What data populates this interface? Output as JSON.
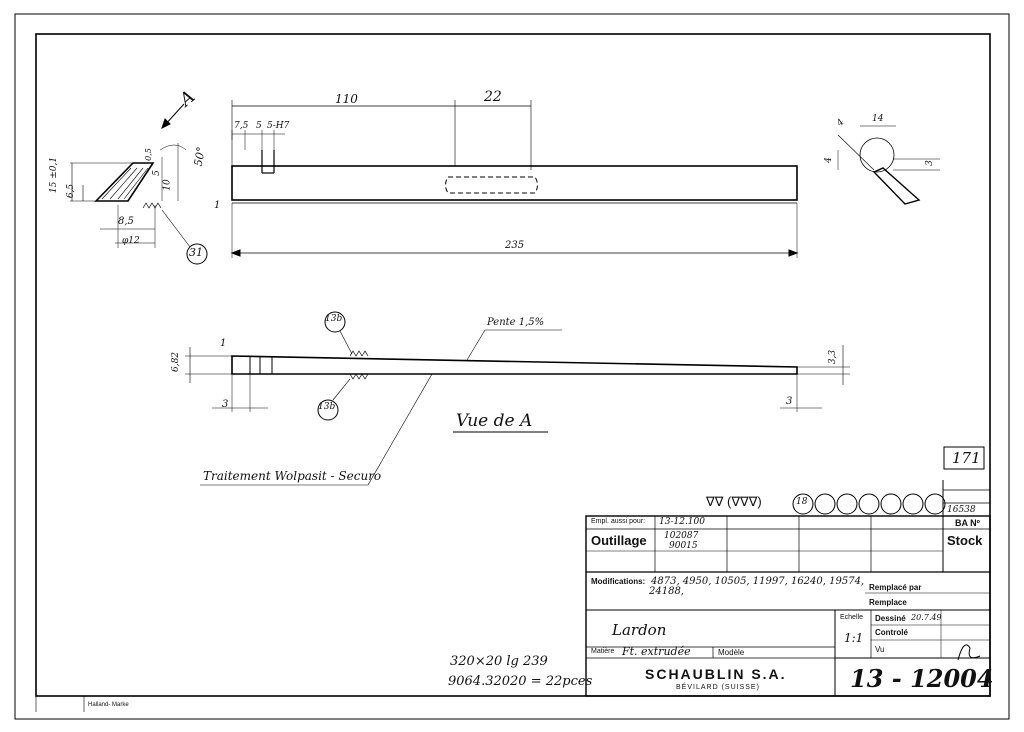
{
  "drawing": {
    "top_view": {
      "dims": {
        "d110": "110",
        "d22": "22",
        "d7_5": "7,5",
        "d5a": "5",
        "d5h": "5-H7",
        "d235": "235"
      },
      "section": {
        "view_arrow": "A",
        "d15": "15 ±0,1",
        "d6_5": "6,5",
        "d0_5": "0,5",
        "d5": "5",
        "d10": "10",
        "angle": "50°",
        "d8_5": "8,5",
        "d12": "φ12",
        "finish": "1",
        "balloon": "31"
      },
      "detail": {
        "d14": "14",
        "d4a": "4",
        "d4b": "4",
        "d3": "3"
      }
    },
    "side_view": {
      "pente": "Pente 1,5%",
      "balloon_top": "13b",
      "balloon_bottom": "13b",
      "d6_82": "6,82",
      "d3_3": "3,3",
      "d3_left": "3",
      "d3_right": "3",
      "finish": "1"
    },
    "vue_de_a": "Vue de A",
    "treatment": "Traitement Wolpasit - Securo",
    "stamp": "171",
    "finish_symbols": "∇∇ (∇∇∇)",
    "finish_balloon": "18",
    "handnote_line1": "320×20 lg 239",
    "handnote_line2": "9064.32020 = 22pces",
    "margin_text": "Halland- Marke"
  },
  "title_block": {
    "ref_no": "16538",
    "ba_label": "BA Nº",
    "stock_label": "Stock",
    "empl_label": "Empl. aussi pour:",
    "empl_value": "13-12.100",
    "outillage_label": "Outillage",
    "outillage_value1": "102087",
    "outillage_value2": "90015",
    "modifications_label": "Modifications:",
    "modifications_value": "4873, 4950, 10505, 11997, 16240, 19574,",
    "modifications_value2": "24188,",
    "remplace_par": "Remplacé par",
    "remplace": "Remplace",
    "designation": "Lardon",
    "echelle_label": "Echelle",
    "echelle_value": "1:1",
    "dessine_label": "Dessiné",
    "dessine_value": "20.7.49",
    "controle_label": "Controlé",
    "vu_label": "Vu",
    "matiere_label": "Matière",
    "matiere_value": "Ft. extrudée",
    "modele_label": "Modèle",
    "company": "SCHAUBLIN S.A.",
    "city": "BÉVILARD (SUISSE)",
    "drawing_number": "13 - 12004"
  }
}
